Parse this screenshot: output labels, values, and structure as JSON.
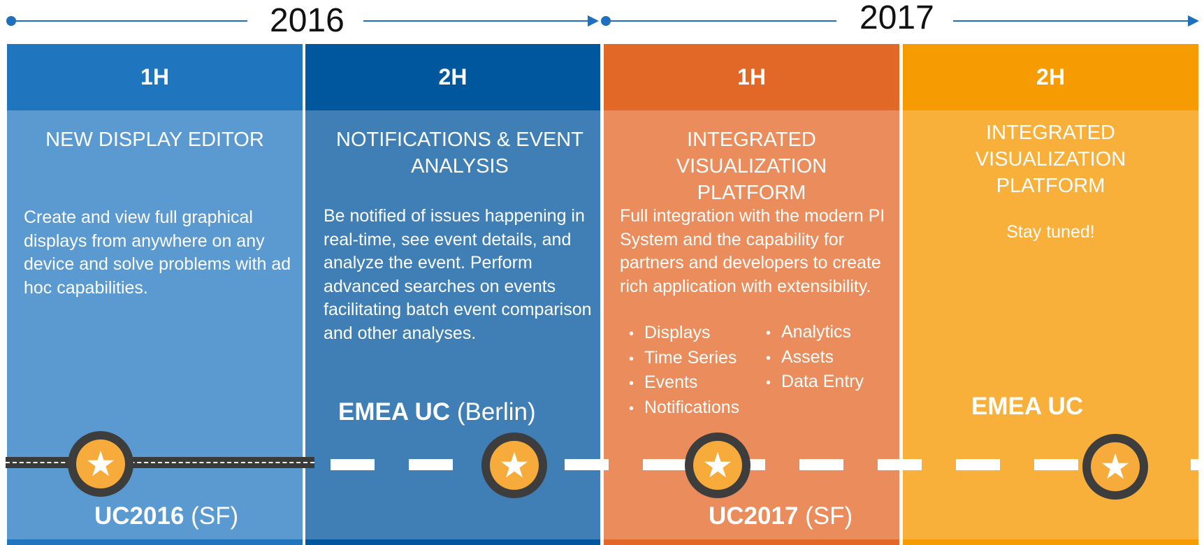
{
  "years": [
    "2016",
    "2017"
  ],
  "columns": [
    {
      "half": "1H",
      "title": "NEW DISPLAY EDITOR",
      "description": "Create and view full graphical displays from anywhere on any device and solve problems with ad hoc capabilities.",
      "head_color": "#1f75be",
      "body_color": "#5a9ad0",
      "foot_color": "#1f75be"
    },
    {
      "half": "2H",
      "title": "NOTIFICATIONS & EVENT ANALYSIS",
      "description": "Be notified of issues happening in real-time, see event details, and analyze the event.  Perform advanced searches on events facilitating batch event comparison and other analyses.",
      "head_color": "#01579e",
      "body_color": "#3f7fb5",
      "foot_color": "#01579e"
    },
    {
      "half": "1H",
      "title": "INTEGRATED VISUALIZATION PLATFORM",
      "description": "Full integration with the modern PI System and the capability for partners and developers to create rich application with extensibility.",
      "bullets_left": [
        "Displays",
        "Time Series",
        "Events",
        "Notifications"
      ],
      "bullets_right": [
        "Analytics",
        "Assets",
        "Data Entry"
      ],
      "head_color": "#e16826",
      "body_color": "#ea8c5b",
      "foot_color": "#e16826"
    },
    {
      "half": "2H",
      "title": "INTEGRATED VISUALIZATION PLATFORM",
      "description": "Stay tuned!",
      "head_color": "#f79b02",
      "body_color": "#f8b03b",
      "foot_color": "#f79b02"
    }
  ],
  "events": {
    "uc2016": {
      "bold": "UC2016",
      "rest": " (SF)"
    },
    "emea_berlin": {
      "bold": "EMEA UC",
      "rest": " (Berlin)"
    },
    "uc2017": {
      "bold": "UC2017",
      "rest": " (SF)"
    },
    "emea": {
      "bold": "EMEA UC",
      "rest": ""
    }
  },
  "milestone_icon": "star-icon",
  "colors": {
    "timeline": "#1f6fbf",
    "milestone_ring": "#3d3d3d",
    "milestone_fill": "#f6ab3a",
    "road": "#3a3a3a"
  }
}
